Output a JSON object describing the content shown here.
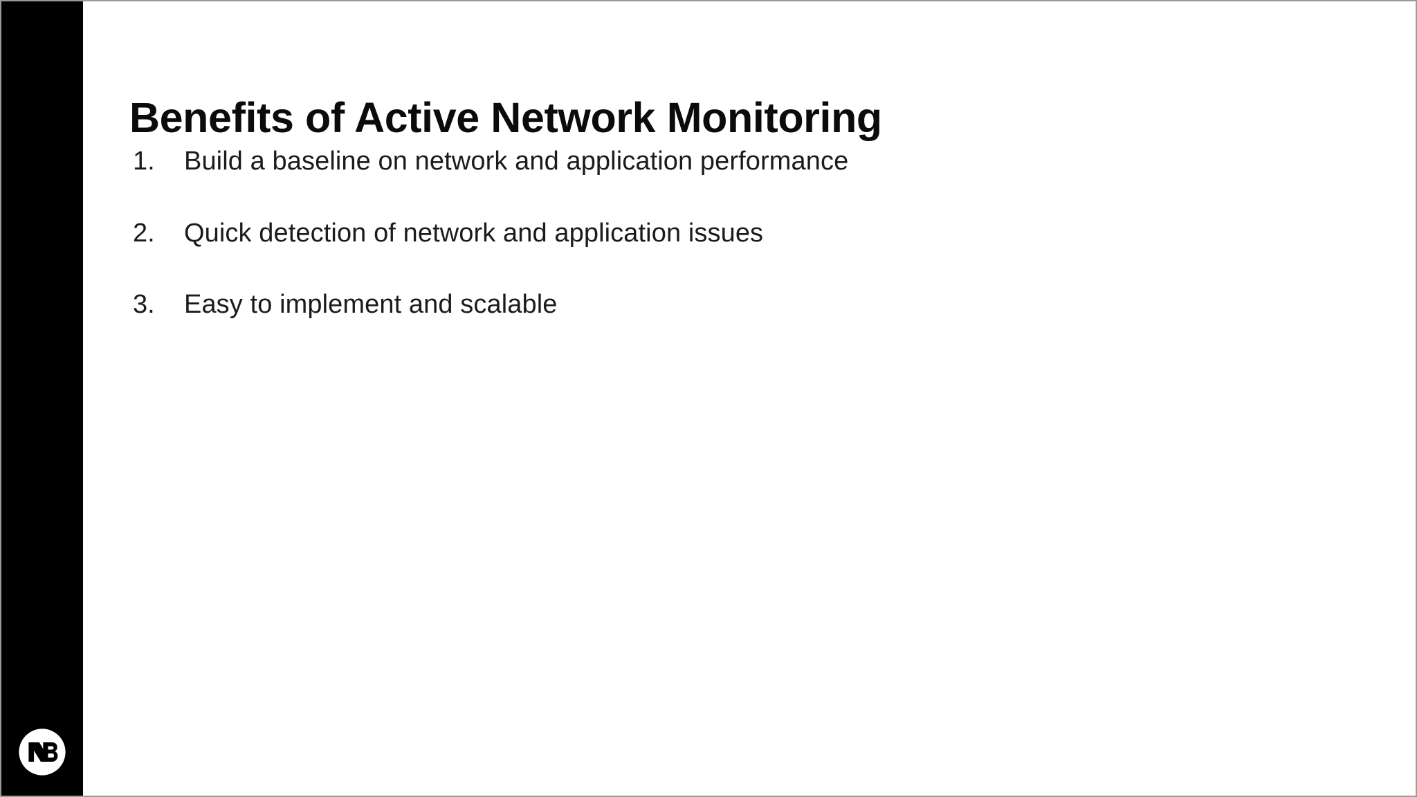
{
  "slide": {
    "title": "Benefits of Active Network Monitoring",
    "background_color": "#ffffff",
    "accent_bar_color": "#000000",
    "text_color": "#1b1b1b"
  },
  "logo": {
    "name": "nb-logo",
    "text": "NB",
    "circle_color": "#ffffff",
    "mark_color": "#000000"
  },
  "list": {
    "items": [
      {
        "number": "1.",
        "text": "Build a baseline on network and application performance"
      },
      {
        "number": "2.",
        "text": "Quick detection of network and application issues"
      },
      {
        "number": "3.",
        "text": "Easy to implement and scalable"
      }
    ]
  }
}
